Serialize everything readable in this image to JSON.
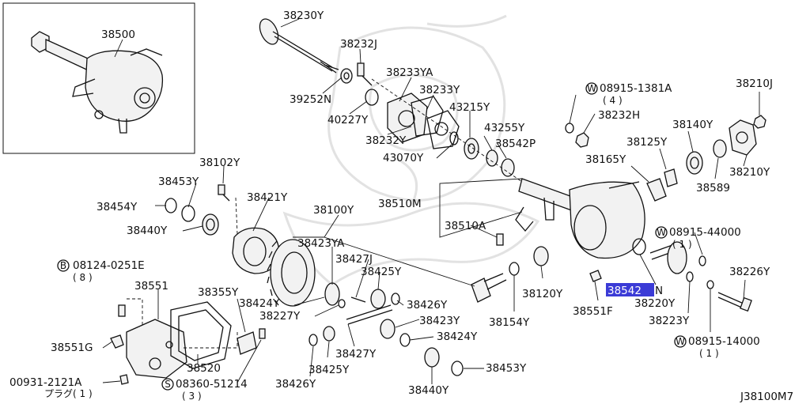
{
  "diagram_code": "J38100M7",
  "highlight_color": "#3b3bd6",
  "labels": {
    "p38500": "38500",
    "p38230Y": "38230Y",
    "p38232J": "38232J",
    "p38233YA": "38233YA",
    "p38233Y": "38233Y",
    "p39252N": "39252N",
    "p40227Y": "40227Y",
    "p43215Y": "43215Y",
    "p38232Y": "38232Y",
    "p43255Y": "43255Y",
    "p43070Y": "43070Y",
    "p38542P": "38542P",
    "w08915_1381A": "08915-1381A",
    "w08915_1381A_qty": "( 4 )",
    "p38232H": "38232H",
    "p38210J": "38210J",
    "p38140Y": "38140Y",
    "p38125Y": "38125Y",
    "p38165Y": "38165Y",
    "p38210Y": "38210Y",
    "p38589": "38589",
    "p38102Y": "38102Y",
    "p38453Y_top": "38453Y",
    "p38421Y": "38421Y",
    "p38454Y": "38454Y",
    "p38100Y": "38100Y",
    "p38510M": "38510M",
    "p38440Y_top": "38440Y",
    "p38510A": "38510A",
    "w08915_44000": "08915-44000",
    "w08915_44000_qty": "( 1 )",
    "p38423YA": "38423YA",
    "b08124_0251E": "08124-0251E",
    "b08124_0251E_qty": "( 8 )",
    "p38427J": "38427J",
    "p38425Y_top": "38425Y",
    "p38226Y": "38226Y",
    "p38551": "38551",
    "p38355Y": "38355Y",
    "p38424Y_top": "38424Y",
    "p38426Y_right": "38426Y",
    "p38120Y": "38120Y",
    "p38542N_highlight": "38542",
    "p38542N_suffix": "N",
    "p38220Y": "38220Y",
    "p38227Y": "38227Y",
    "p38551F": "38551F",
    "p38423Y": "38423Y",
    "p38154Y": "38154Y",
    "p38223Y": "38223Y",
    "p38551G": "38551G",
    "p38424Y_bottom": "38424Y",
    "w08915_14000": "08915-14000",
    "w08915_14000_qty": "( 1 )",
    "p38427Y": "38427Y",
    "p38520": "38520",
    "p38425Y_bottom": "38425Y",
    "p38453Y_bottom": "38453Y",
    "p00931_2121A": "00931-2121A",
    "p00931_2121A_note": "プラグ( 1 )",
    "s08360_51214": "08360-51214",
    "s08360_51214_qty": "( 3 )",
    "p38426Y_bottom": "38426Y",
    "p38440Y_bottom": "38440Y",
    "marker_w": "W",
    "marker_b": "B",
    "marker_s": "S"
  }
}
